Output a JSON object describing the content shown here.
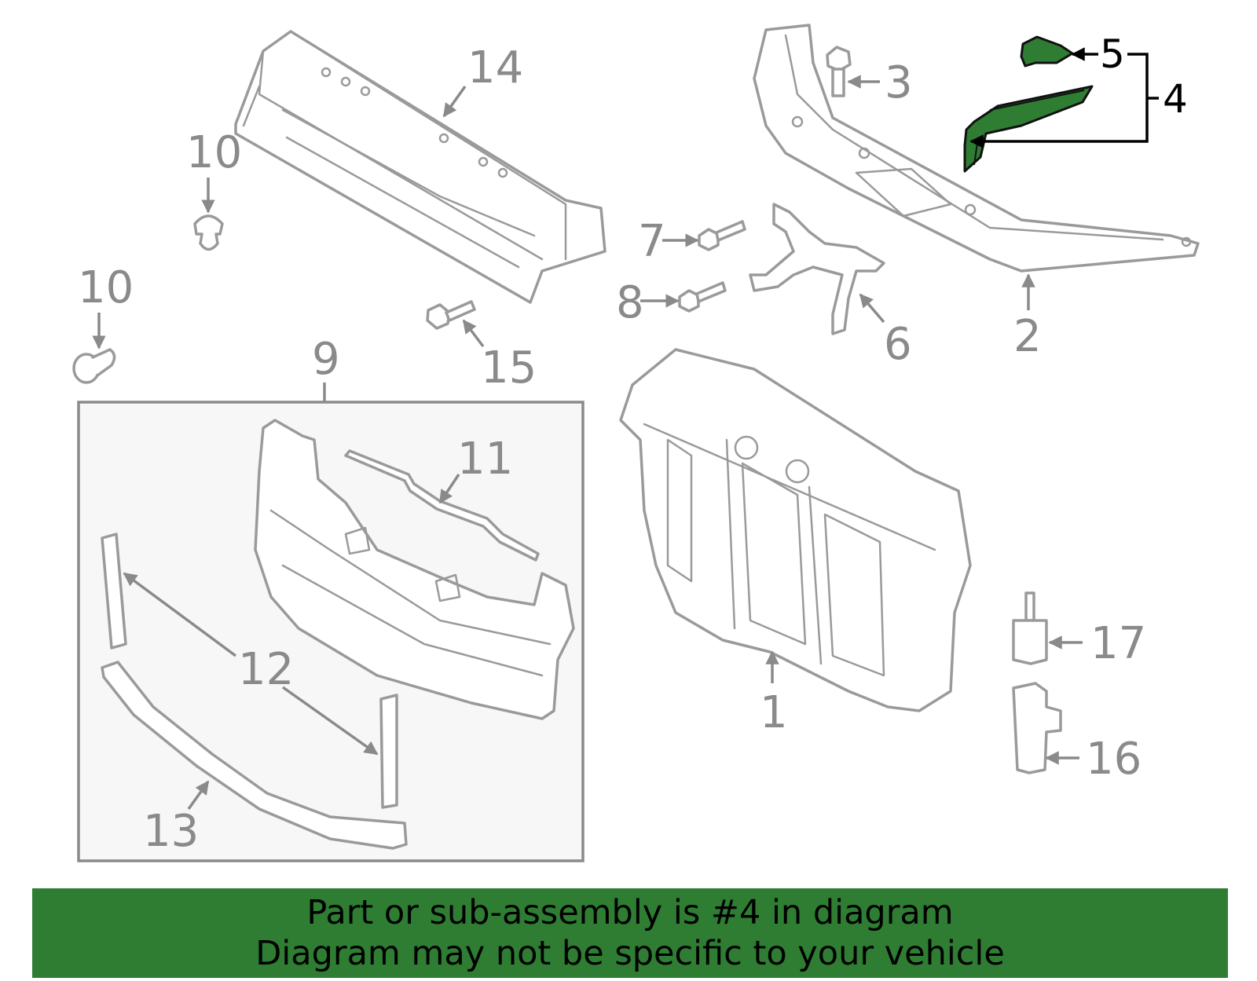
{
  "diagram": {
    "highlight_color": "#2e7d32",
    "part_color": "#9a9a9a",
    "callouts": [
      "1",
      "2",
      "3",
      "4",
      "5",
      "6",
      "7",
      "8",
      "9",
      "10",
      "10",
      "11",
      "12",
      "13",
      "14",
      "15",
      "16",
      "17"
    ]
  },
  "banner": {
    "line1": "Part or sub-assembly is #4 in diagram",
    "line2": "Diagram may not be specific to your vehicle"
  }
}
